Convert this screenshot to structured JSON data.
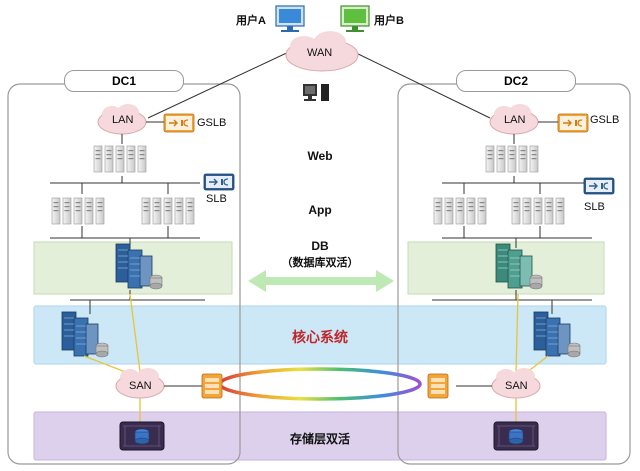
{
  "users": {
    "a": "用户A",
    "b": "用户B"
  },
  "wan": "WAN",
  "dc1": {
    "title": "DC1",
    "lan": "LAN",
    "gslb": "GSLB",
    "slb": "SLB",
    "san": "SAN"
  },
  "dc2": {
    "title": "DC2",
    "lan": "LAN",
    "gslb": "GSLB",
    "slb": "SLB",
    "san": "SAN"
  },
  "layers": {
    "web": "Web",
    "app": "App",
    "db": "DB",
    "db_note": "（数据库双活）",
    "core": "核心系统",
    "storage": "存储层双活"
  },
  "colors": {
    "db_band": "#e3efd9",
    "core_band": "#cce8f6",
    "storage_band": "#ddd0ec",
    "core_text": "#c0262b",
    "cloud": "#f6d9dc",
    "device_orange": "#f1a53a"
  }
}
